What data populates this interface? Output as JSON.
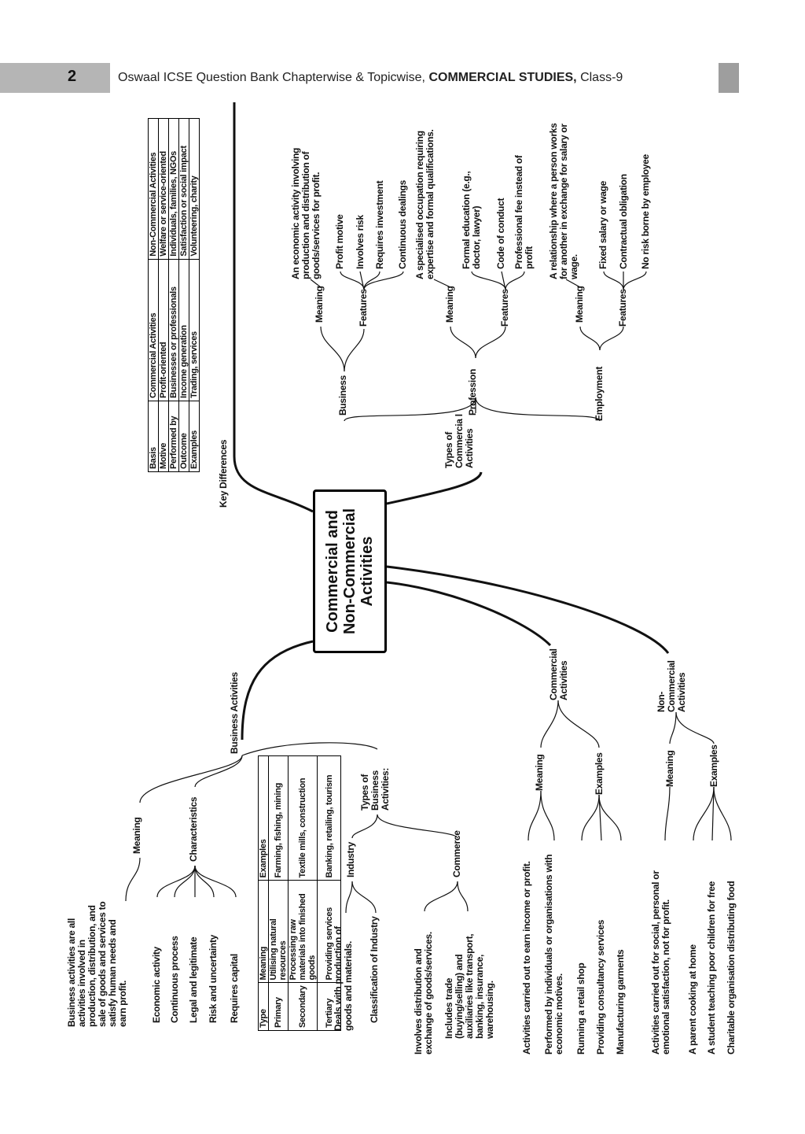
{
  "header": {
    "page_number": "2",
    "title_prefix": "Oswaal ICSE Question Bank Chapterwise & Topicwise,",
    "title_bold": "COMMERCIAL STUDIES,",
    "title_suffix": "Class-9"
  },
  "central_title": "Commercial and Non-Commercial Activities",
  "key_differences": {
    "label": "Key Differences",
    "rows": [
      [
        "Basis",
        "Commercial Activities",
        "Non-Commercial Activities"
      ],
      [
        "Motive",
        "Profit-oriented",
        "Welfare or service-oriented"
      ],
      [
        "Performed by",
        "Businesses or professionals",
        "Individuals, families, NGOs"
      ],
      [
        "Outcome",
        "Income generation",
        "Satisfaction or social impact"
      ],
      [
        "Examples",
        "Trading, services",
        "Volunteering, charity"
      ]
    ]
  },
  "types_commercial": {
    "label": "Types of Commercia l Activities",
    "business": {
      "label": "Business",
      "meaning_label": "Meaning",
      "meaning": "An economic activity involving production and distribution of goods/services for profit.",
      "features_label": "Features",
      "features": [
        "Profit motive",
        "Involves risk",
        "Requires investment",
        "Continuous dealings"
      ]
    },
    "profession": {
      "label": "Profession",
      "meaning_label": "Meaning",
      "meaning": "A specialised occupation requiring expertise and formal qualifications.",
      "features_label": "Features",
      "features": [
        "Formal education (e.g., doctor, lawyer)",
        "Code of conduct",
        "Professional fee instead of profit"
      ]
    },
    "employment": {
      "label": "Employment",
      "meaning_label": "Meaning",
      "meaning": "A relationship where a person works for another in exchange for salary or wage.",
      "features_label": "Features",
      "features": [
        "Fixed salary or wage",
        "Contractual obligation",
        "No risk borne by employee"
      ]
    }
  },
  "business_activities": {
    "label": "Business Activities",
    "meaning_label": "Meaning",
    "meaning": "Business activities are all activities involved in production, distribution, and sale of goods and services to satisfy human needs and earn profit.",
    "characteristics_label": "Characteristics",
    "characteristics": [
      "Economic activity",
      "Continuous process",
      "Legal and legitimate",
      "Risk and uncertainty",
      "Requires capital"
    ],
    "types_label": "Types of Business Activities:",
    "industry": {
      "label": "Industry",
      "items": [
        "Deals with production of goods and materials.",
        "Classification of Industry"
      ],
      "table": [
        [
          "Type",
          "Meaning",
          "Examples"
        ],
        [
          "Primary",
          "Utilising natural resources",
          "Farming, fishing, mining"
        ],
        [
          "Secondary",
          "Processing raw materials into finished goods",
          "Textile mills, construction"
        ],
        [
          "Tertiary",
          "Providing services",
          "Banking, retailing, tourism"
        ]
      ]
    },
    "commerce": {
      "label": "Commerce",
      "items": [
        "Involves distribution and exchange of goods/services.",
        "Includes trade (buying/selling) and auxiliaries like transport, banking, insurance, warehousing."
      ]
    }
  },
  "commercial_activities": {
    "label": "Commercial Activities",
    "meaning_label": "Meaning",
    "meaning": [
      "Activities carried out to earn income or profit.",
      "Performed by individuals or organisations with economic motives."
    ],
    "examples_label": "Examples",
    "examples": [
      "Running a retail shop",
      "Providing consultancy services",
      "Manufacturing garments"
    ]
  },
  "non_commercial_activities": {
    "label": "Non-Commercial Activities",
    "meaning_label": "Meaning",
    "meaning": "Activities carried out for social, personal or emotional satisfaction, not for profit.",
    "examples_label": "Examples",
    "examples": [
      "A parent cooking at home",
      "A student teaching poor children for free",
      "Charitable organisation distributing food"
    ]
  }
}
